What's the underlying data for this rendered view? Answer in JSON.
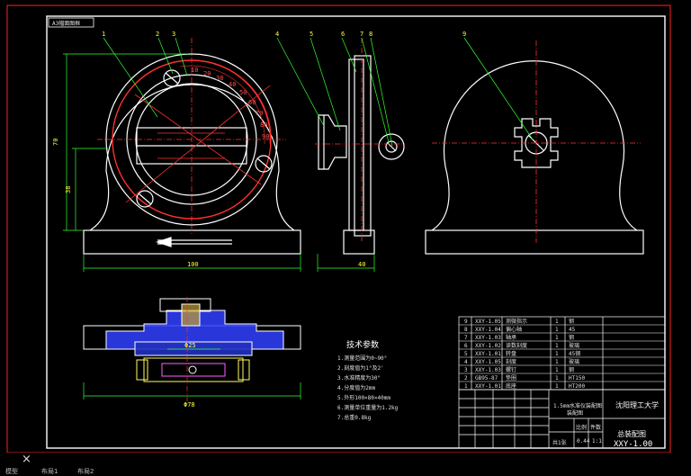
{
  "drawing": {
    "frame_tag": "A3幅面图框",
    "dims": {
      "height_total": "70",
      "height_lower": "38",
      "width_front": "100",
      "width_side": "40",
      "d_phi25": "Φ25",
      "d_phi78": "Φ78"
    },
    "callouts": [
      "1",
      "2",
      "3",
      "4",
      "5",
      "6",
      "7",
      "8",
      "9"
    ],
    "scale_numbers": [
      "10",
      "20",
      "30",
      "40",
      "50",
      "60",
      "70",
      "80",
      "90"
    ],
    "tech_title": "技术参数",
    "tech_lines": [
      "1.测量范围为0~90°",
      "2.刻度值为1°及2'",
      "3.水准精度为30\"",
      "4.分度值为2mm",
      "5.外形100×80×40mm",
      "6.测量单位重量为1.2kg",
      "7.总重0.8kg"
    ]
  },
  "bom": {
    "rows": [
      {
        "no": "9",
        "code": "XXY-1.05",
        "name": "测微指示",
        "qty": "1",
        "mat": "钢"
      },
      {
        "no": "8",
        "code": "XXY-1.04",
        "name": "偏心轴",
        "qty": "1",
        "mat": "45"
      },
      {
        "no": "7",
        "code": "XXY-1.03",
        "name": "轴承",
        "qty": "1",
        "mat": "钢"
      },
      {
        "no": "6",
        "code": "XXY-1.02",
        "name": "读数刻度",
        "qty": "1",
        "mat": "玻璃"
      },
      {
        "no": "5",
        "code": "XXY-1.01",
        "name": "转盘",
        "qty": "1",
        "mat": "45钢"
      },
      {
        "no": "4",
        "code": "XXY-1.05",
        "name": "刻度",
        "qty": "1",
        "mat": "玻璃"
      },
      {
        "no": "3",
        "code": "XXY-1.03",
        "name": "螺钉",
        "qty": "1",
        "mat": "钢"
      },
      {
        "no": "2",
        "code": "GB95-87",
        "name": "垫圈",
        "qty": "1",
        "mat": "HT150"
      },
      {
        "no": "1",
        "code": "XXY-1.01",
        "name": "底座",
        "qty": "1",
        "mat": "HT200"
      }
    ]
  },
  "title_block": {
    "school": "沈阳理工大学",
    "drawing_name": "总装配图",
    "product": "1.5mm水准仪装配图",
    "sub": "装配图",
    "scale_label": "比例",
    "qty_label": "件数",
    "scale": "1:1",
    "mass": "0.44",
    "sheet": "共1张",
    "number": "XXY-1.00"
  },
  "cmd": {
    "prompt_icon": "×",
    "tabs": [
      "模型",
      "布局1",
      "布局2"
    ]
  }
}
